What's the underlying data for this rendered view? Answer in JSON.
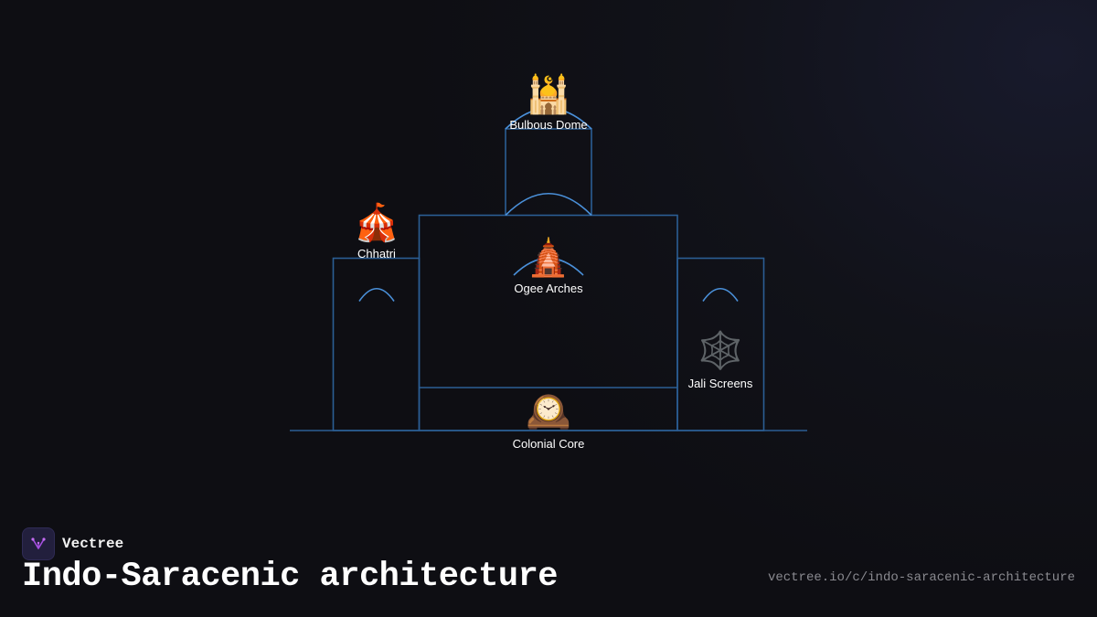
{
  "diagram": {
    "nodes": [
      {
        "id": "dome",
        "label": "Bulbous Dome",
        "icon": "mosque-icon",
        "glyph": "🕌"
      },
      {
        "id": "chhatri",
        "label": "Chhatri",
        "icon": "circus-tent-icon",
        "glyph": "🎪"
      },
      {
        "id": "ogee",
        "label": "Ogee Arches",
        "icon": "hindu-temple-icon",
        "glyph": "🛕"
      },
      {
        "id": "jali",
        "label": "Jali Screens",
        "icon": "spider-web-icon",
        "glyph": "🕸️"
      },
      {
        "id": "core",
        "label": "Colonial Core",
        "icon": "mantelpiece-clock-icon",
        "glyph": "🕰️"
      }
    ],
    "colors": {
      "outline": "#2b5e94",
      "arch": "#4a90d9"
    }
  },
  "footer": {
    "brand": "Vectree",
    "title": "Indo-Saracenic architecture",
    "url": "vectree.io/c/indo-saracenic-architecture"
  }
}
